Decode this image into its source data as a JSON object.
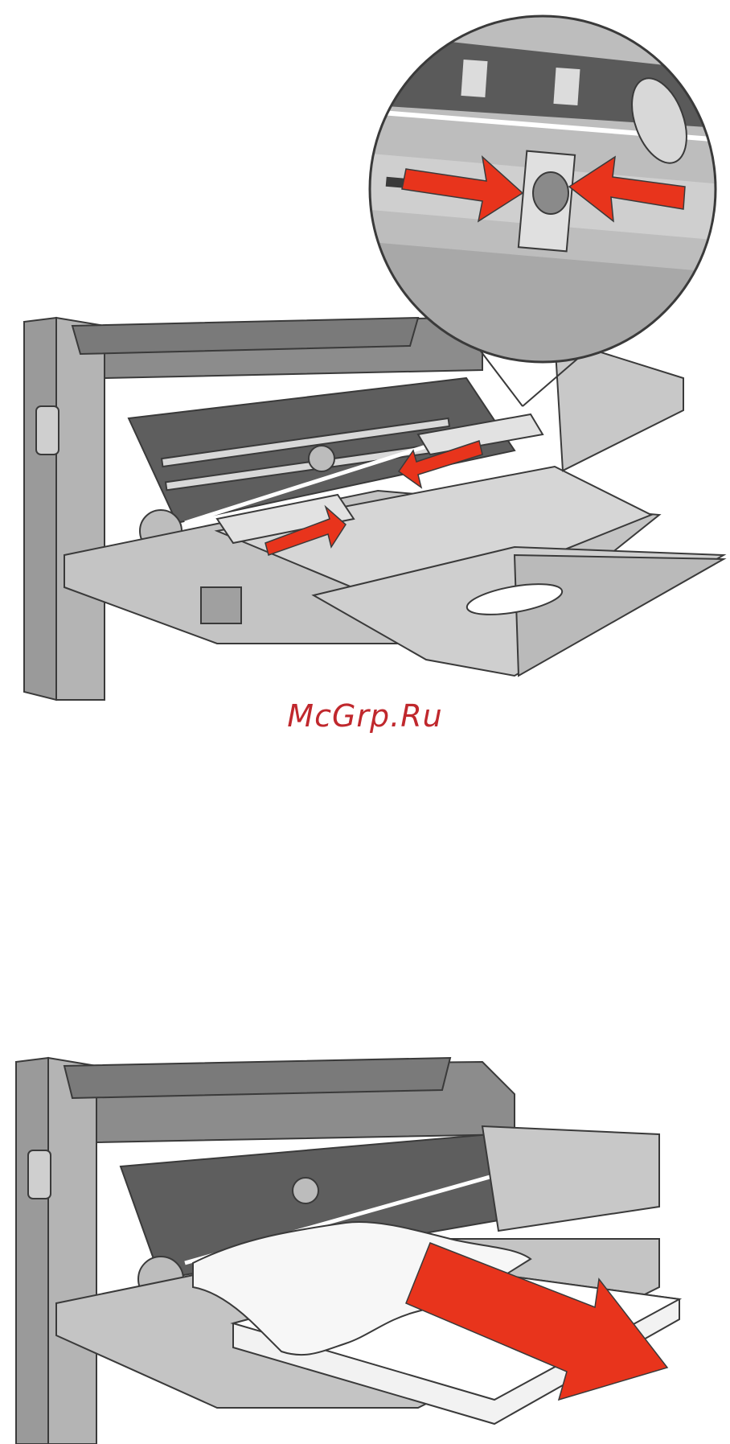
{
  "watermark": {
    "text": "McGrp.Ru"
  },
  "colors": {
    "arrow": "#e8341c",
    "watermark": "#c0282d",
    "printer_dark": "#7a7a7a",
    "printer_mid": "#a8a8a8",
    "printer_light": "#d2d2d2",
    "paper": "#ffffff",
    "outline": "#3a3a3a"
  },
  "illustrations": [
    {
      "id": "adjust-width-guides",
      "icons": [
        "printer-icon",
        "magnifier-callout-icon",
        "arrow-left-icon",
        "arrow-right-icon"
      ]
    },
    {
      "id": "remove-jammed-paper",
      "icons": [
        "printer-icon",
        "paper-stack-icon",
        "arrow-pull-icon"
      ]
    }
  ]
}
